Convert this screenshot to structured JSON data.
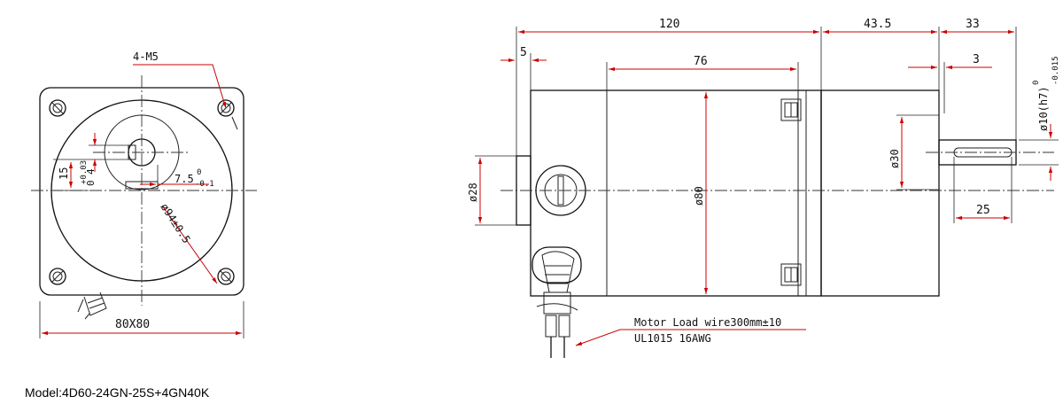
{
  "model_label": "Model:4D60-24GN-25S+4GN40K",
  "front_view": {
    "mount_holes": "4-M5",
    "height_15": "15",
    "key_tolerance": "+0.03",
    "key_4": "4",
    "key_0": "0",
    "key_width": "7.5",
    "key_width_upper": "0",
    "key_width_lower": "-0.1",
    "pcd": "ø94±0.5",
    "flange_size": "80X80"
  },
  "side_view": {
    "total_length": "120",
    "gearbox_length": "43.5",
    "shaft_length": "33",
    "pilot_length": "5",
    "body_length": "76",
    "shoulder": "3",
    "shaft_dia": "ø10(h7)",
    "shaft_tol_upper": "0",
    "shaft_tol_lower": "-0.015",
    "boss_dia": "ø30",
    "rear_boss_dia": "ø28",
    "body_dia": "ø80",
    "key_length": "25",
    "wire_note_1": "Motor Load wire300mm±10",
    "wire_note_2": "UL1015 16AWG"
  }
}
